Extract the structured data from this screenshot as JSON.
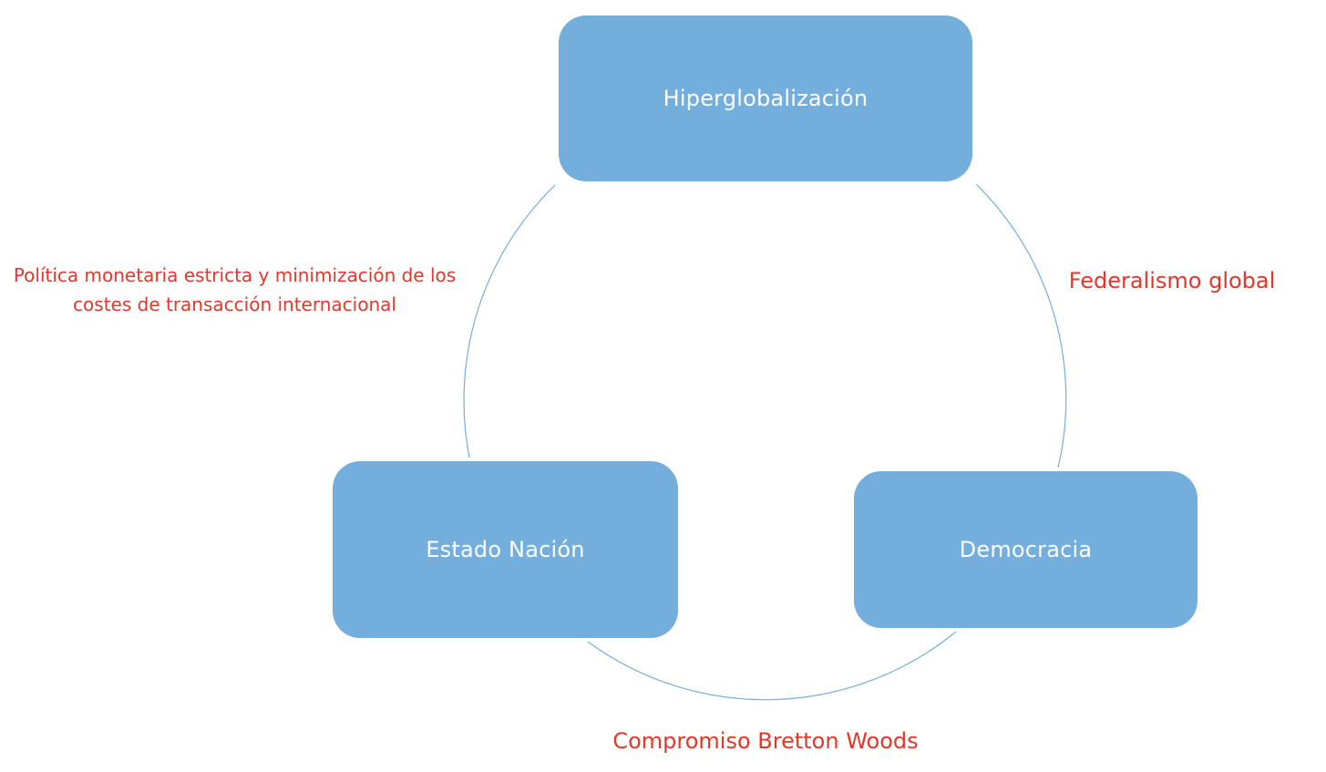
{
  "nodes": {
    "top": "Hiperglobalización",
    "left": "Estado Nación",
    "right": "Democracia"
  },
  "edge_labels": {
    "left_line1": "Política monetaria estricta y minimización de los",
    "left_line2": "costes de transacción internacional",
    "right": "Federalismo global",
    "bottom": "Compromiso Bretton Woods"
  },
  "colors": {
    "node_fill": "#74aedd",
    "node_text": "#ffffff",
    "connector": "#74aedd",
    "label_text": "#e0382b"
  }
}
